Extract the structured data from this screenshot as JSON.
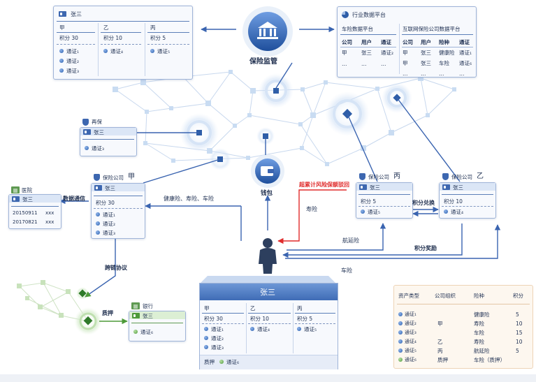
{
  "regulator": {
    "label": "保险监管"
  },
  "wallet": {
    "label": "钱包"
  },
  "user_card": {
    "title": "张三",
    "name": "张三",
    "col1": {
      "name": "甲",
      "points": "积分 30",
      "tokens": [
        "通证₁",
        "通证₂",
        "通证₃"
      ]
    },
    "col2": {
      "name": "乙",
      "points": "积分 10",
      "tokens": [
        "通证₄"
      ]
    },
    "col3": {
      "name": "丙",
      "points": "积分 5",
      "tokens": [
        "通证₅"
      ]
    },
    "pledge_label": "质押",
    "pledge_token": "通证₆"
  },
  "top_left_card": {
    "name": "张三",
    "col1": {
      "name": "甲",
      "points": "积分 30",
      "tokens": [
        "通证₁",
        "通证₂",
        "通证₃"
      ]
    },
    "col2": {
      "name": "乙",
      "points": "积分 10",
      "tokens": [
        "通证₄"
      ]
    },
    "col3": {
      "name": "丙",
      "points": "积分 5",
      "tokens": [
        "通证₅"
      ]
    }
  },
  "industry_platform": {
    "title": "行业数据平台",
    "section1": {
      "title": "车险数据平台",
      "headers": [
        "公司",
        "用户",
        "通证"
      ],
      "rows": [
        [
          "甲",
          "张三",
          "通证₂"
        ],
        [
          "…",
          "…",
          "…"
        ]
      ]
    },
    "section2": {
      "title": "互联网保险公司数据平台",
      "headers": [
        "公司",
        "用户",
        "险种",
        "通证"
      ],
      "rows": [
        [
          "甲",
          "张三",
          "健康险",
          "通证₁"
        ],
        [
          "甲",
          "张三",
          "车险",
          "通证₆"
        ],
        [
          "…",
          "…",
          "…",
          "…"
        ]
      ]
    }
  },
  "reinsurer": {
    "title": "再保",
    "name": "张三",
    "token": "通证₃"
  },
  "company_jia": {
    "title": "保险公司",
    "suffix": "甲",
    "name": "张三",
    "points": "积分 30",
    "tokens": [
      "通证₁",
      "通证₂",
      "通证₃"
    ]
  },
  "company_bing": {
    "title": "保险公司",
    "suffix": "丙",
    "name": "张三",
    "points": "积分 5",
    "token": "通证₅"
  },
  "company_yi": {
    "title": "保险公司",
    "suffix": "乙",
    "name": "张三",
    "points": "积分 10",
    "token": "通证₄"
  },
  "hospital": {
    "title": "医院",
    "name": "张三",
    "rows": [
      [
        "20150911",
        "xxx"
      ],
      [
        "20170821",
        "xxx"
      ]
    ]
  },
  "bank": {
    "title": "银行",
    "name": "张三",
    "token": "通证₆"
  },
  "labels": {
    "data_comm": "数据通信",
    "cross_chain": "跨链协议",
    "pledge": "质押",
    "products_jia": "健康险、寿险、车险",
    "risk_recall": "超累计风险保额驳回",
    "life": "寿险",
    "delay": "航延险",
    "points_exchange": "积分兑换",
    "points_reward": "积分奖励",
    "car": "车险"
  },
  "asset_table": {
    "headers": [
      "资产类型",
      "公司组织",
      "险种",
      "积分"
    ],
    "rows": [
      {
        "token": "通证₁",
        "org": "",
        "kind": "健康险",
        "points": "5"
      },
      {
        "token": "通证₂",
        "org": "甲",
        "kind": "寿险",
        "points": "10"
      },
      {
        "token": "通证₃",
        "org": "",
        "kind": "车险",
        "points": "15"
      },
      {
        "token": "通证₄",
        "org": "乙",
        "kind": "寿险",
        "points": "10"
      },
      {
        "token": "通证₅",
        "org": "丙",
        "kind": "航延险",
        "points": "5"
      },
      {
        "token": "通证₆",
        "org": "质押",
        "kind": "车险（质押）",
        "points": ""
      }
    ]
  },
  "colors": {
    "primary": "#2f5ea8",
    "line": "#3a64b0",
    "red": "#e02c2c",
    "green": "#5f9a52",
    "node": "#c9dcf2"
  }
}
